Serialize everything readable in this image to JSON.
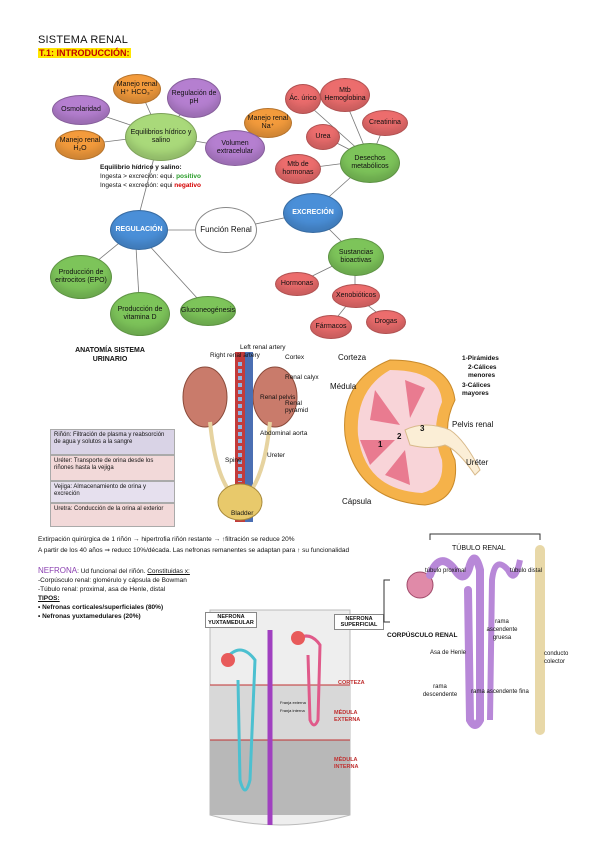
{
  "header": {
    "title": "SISTEMA RENAL",
    "section": "T.1: INTRODUCCIÓN:"
  },
  "mindmap": {
    "manejo_renal_h": "Manejo renal H⁺ HCO₃⁻",
    "regulacion_ph": "Regulación de pH",
    "osmolaridad": "Osmolaridad",
    "equilibrios": "Equilibrios hídrico y salino",
    "manejo_renal_h2o": "Manejo renal H₂O",
    "manejo_renal_na": "Manejo renal Na⁺",
    "volumen": "Volumen extracelular",
    "ac_urico": "Ác. úrico",
    "mtb_hemoglobina": "Mtb Hemoglobina",
    "creatinina": "Creatinina",
    "urea": "Urea",
    "mtb_hormonas": "Mtb de hormonas",
    "desechos": "Desechos metabólicos",
    "regulacion": "REGULACIÓN",
    "funcion_renal": "Función Renal",
    "excrecion": "EXCRECIÓN",
    "epo": "Producción de eritrocitos (EPO)",
    "vitamina_d": "Producción de vitamina D",
    "gluconeogenesis": "Gluconeogénesis",
    "sustancias": "Sustancias bioactivas",
    "hormonas": "Hormonas",
    "xenobioticos": "Xenobióticos",
    "farmacos": "Fármacos",
    "drogas": "Drogas"
  },
  "equilibrio_note": {
    "title": "Equilibrio hídrico y salino:",
    "line1_prefix": "Ingesta > excreción: equi. ",
    "line1_value": "positivo",
    "line2_prefix": "Ingesta < excreción: equi ",
    "line2_value": "negativo"
  },
  "anatomy": {
    "title": "ANATOMÍA SISTEMA URINARIO",
    "rinon": "Riñón: Filtración de plasma y reabsorción de agua y solutos a la sangre",
    "ureter": "Uréter: Transporte de orina desde los riñones hasta la vejiga",
    "vejiga": "Vejiga: Almacenamiento de orina y excreción",
    "uretra": "Uretra: Conducción de la orina al exterior",
    "labels": [
      "Left renal artery",
      "Right renal artery",
      "Cortex",
      "Renal calyx",
      "Renal pelvis",
      "Renal pyramid",
      "Abdominal aorta",
      "Ureter",
      "Bladder",
      "Spine"
    ]
  },
  "kidney": {
    "corteza": "Corteza",
    "medula": "Médula",
    "piramides": "1-Pirámides",
    "calices_menores": "2-Cálices menores",
    "calices_mayores": "3-Cálices mayores",
    "pelvis": "Pelvis renal",
    "ureter": "Uréter",
    "capsula": "Cápsula",
    "n1": "1",
    "n2": "2",
    "n3": "3"
  },
  "text": {
    "line1": "Extirpación quirúrgica de 1 riñón → hipertrofia riñón restante → ↑filtración se reduce 20%",
    "line2": "A partir de los 40 años ⇒ reducc 10%/década. Las nefronas remanentes se adaptan para ↑ su funcionalidad"
  },
  "nefrona": {
    "title": "NEFRONA",
    "desc": ": Ud funcional del riñón. ",
    "const_label": "Constituidas x:",
    "corpusculo": "-Corpúsculo renal: glomérulo y cápsula de Bowman",
    "tubulo": "-Túbulo renal: proximal, asa de Henle, distal",
    "tipos": "TIPOS:",
    "tipo1": "Nefronas corticales/superficiales (80%)",
    "tipo2": "Nefronas yuxtamedulares (20%)"
  },
  "nephron_diagram": {
    "yuxtamedular": "NEFRONA YUXTAMEDULAR",
    "superficial": "NEFRONA SUPERFICIAL",
    "corteza": "CORTEZA",
    "medula_externa": "MÉDULA EXTERNA",
    "medula_interna": "MÉDULA INTERNA",
    "franja_externa": "Franja externa",
    "franja_interna": "Franja interna"
  },
  "tubulo_diagram": {
    "title": "TÚBULO RENAL",
    "proximal": "túbulo proximal",
    "distal": "túbulo distal",
    "corpusculo": "CORPÚSCULO RENAL",
    "rama_asc_gruesa": "rama ascendente gruesa",
    "asa_henle": "Asa de Henle",
    "conducto": "conducto colector",
    "rama_desc": "rama descendente",
    "rama_asc_fina": "rama ascendente fina"
  },
  "colors": {
    "purple": "#b57fd0",
    "green": "#7dc45a",
    "orange": "#f39b3c",
    "red": "#ec6d6d",
    "blue": "#4a8fd8",
    "highlight": "#ffe600"
  }
}
